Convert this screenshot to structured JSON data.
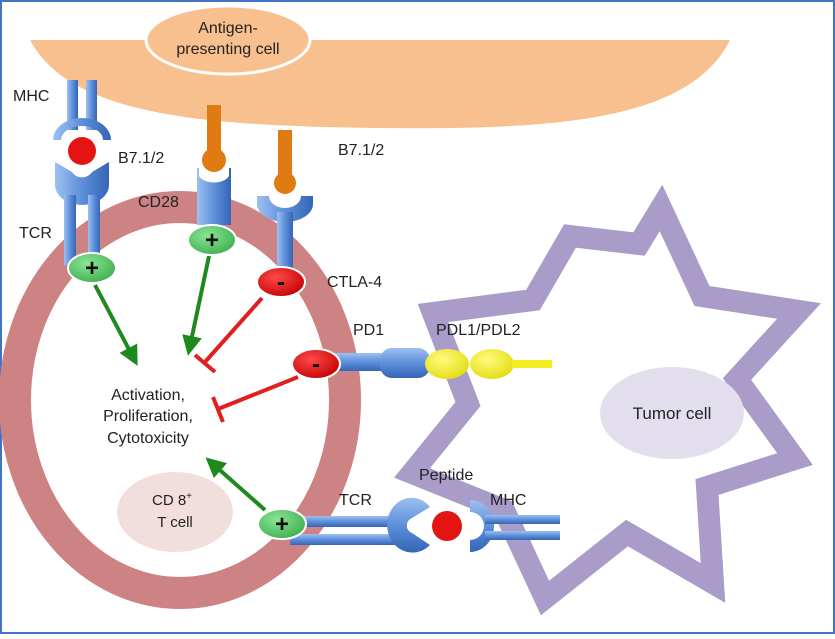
{
  "apc": {
    "line1": "Antigen-",
    "line2": "presenting cell"
  },
  "labels": {
    "mhc_top": "MHC",
    "b71_left": "B7.1/2",
    "b71_right": "B7.1/2",
    "cd28": "CD28",
    "tcr_top": "TCR",
    "ctla4": "CTLA-4",
    "pd1": "PD1",
    "pdl": "PDL1/PDL2",
    "tumor": "Tumor cell",
    "peptide": "Peptide",
    "tcr_bottom": "TCR",
    "mhc_bottom": "MHC"
  },
  "center": {
    "line1": "Activation,",
    "line2": "Proliferation,",
    "line3": "Cytotoxicity"
  },
  "tcell": {
    "name": "CD 8",
    "sup": "+",
    "line2": "T cell"
  },
  "signs": {
    "plus": "+",
    "minus": "-"
  },
  "colors": {
    "apc": "#F8C08E",
    "tcell_ring": "#CD8383",
    "tcell_label_bg": "#F3DEDE",
    "tumor": "#A99CC8",
    "tumor_label_bg": "#E3DEEE",
    "receptor": "#4A7FD0",
    "receptor_light": "#A9C8F2",
    "plus": "#5CCB6A",
    "minus": "#E11414",
    "arrow_green": "#1E8A1E",
    "inhibit_red": "#E02020",
    "b7": "#E07A12",
    "pdl": "#F2EE22",
    "peptide": "#E41414",
    "frame": "#4472C4"
  }
}
